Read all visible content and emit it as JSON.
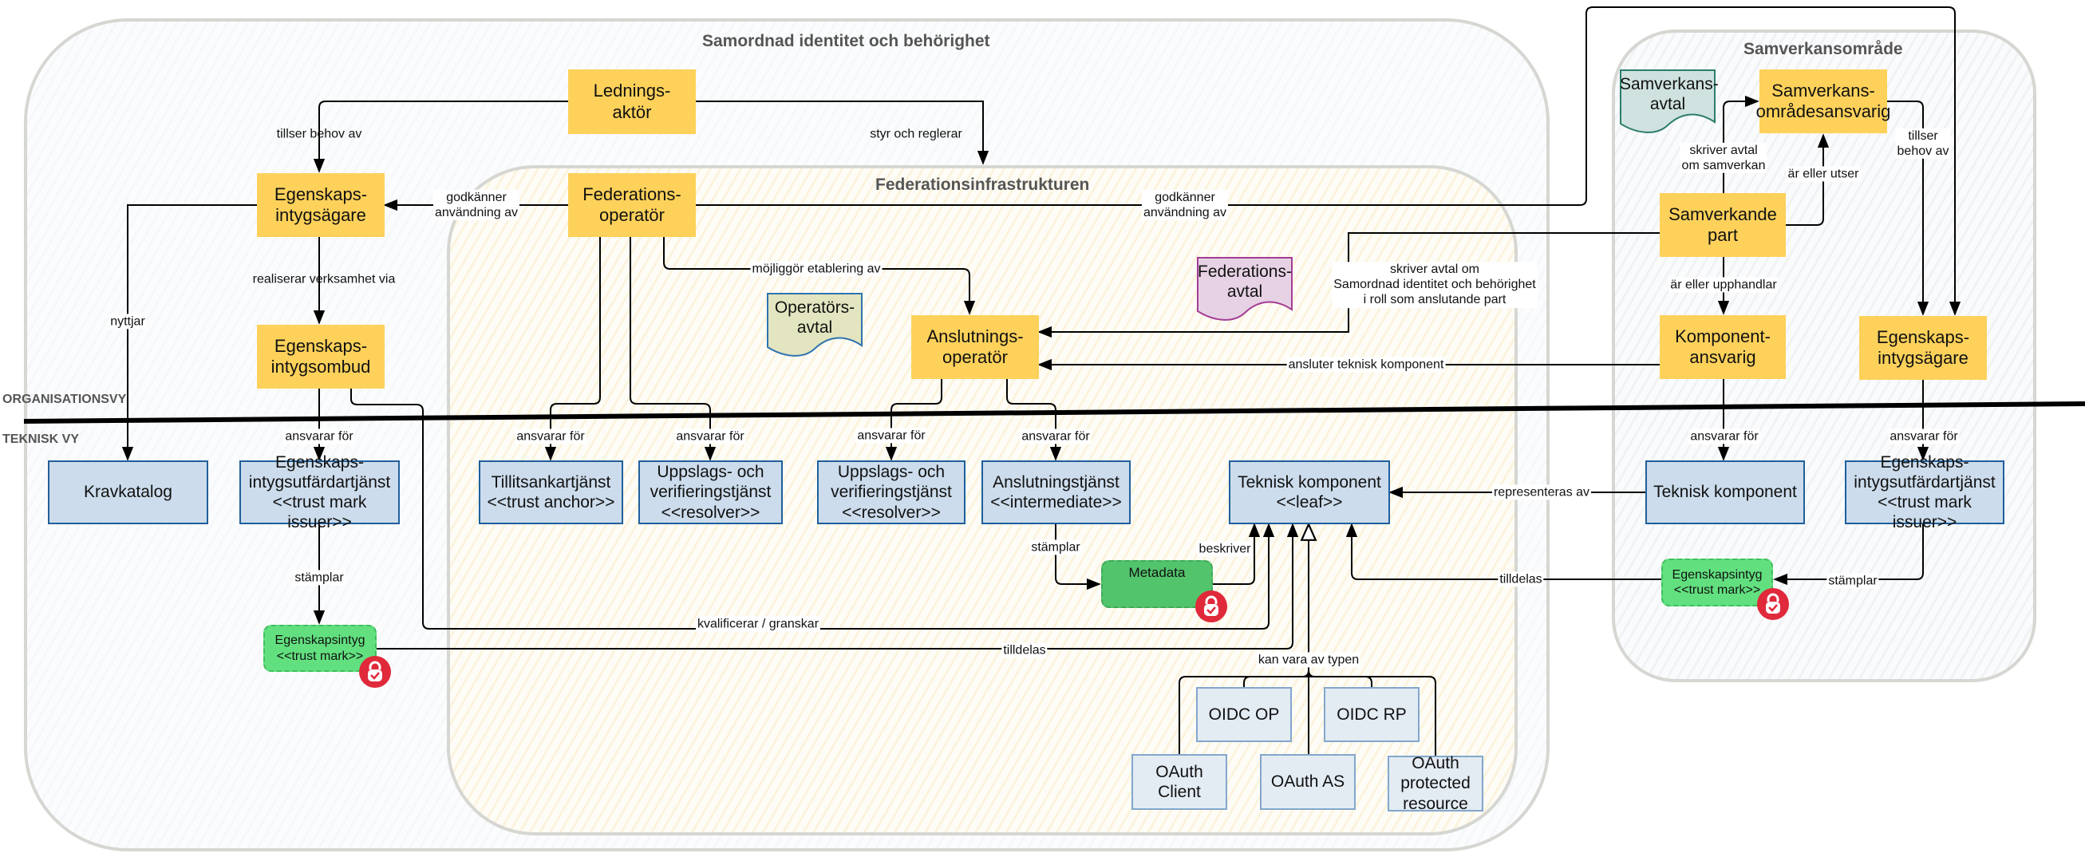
{
  "containers": {
    "outer": {
      "title": "Samordnad identitet och behörighet"
    },
    "federation": {
      "title": "Federationsinfrastrukturen"
    },
    "samverkan": {
      "title": "Samverkansområde"
    }
  },
  "views": {
    "organisation": "ORGANISATIONSVY",
    "technical": "TEKNISK VY"
  },
  "org_nodes": {
    "ledningsaktor": "Lednings-\naktör",
    "egenskapsintygsagare": "Egenskaps-\nintygsägare",
    "federationsoperator": "Federations-\noperatör",
    "egenskapsintygsombud": "Egenskaps-\nintygsombud",
    "anslutningsoperator": "Anslutnings-\noperatör",
    "samverkansomradesansvarig": "Samverkans-\nområdesansvarig",
    "samverkande_part": "Samverkande\npart",
    "komponentansvarig": "Komponent-\nansvarig",
    "egenskapsintygsagare_right": "Egenskaps-\nintygsägare"
  },
  "tech_nodes": {
    "kravkatalog": "Kravkatalog",
    "utfardartjanst": "Egenskaps-\nintygsutfärdartjänst\n<<trust mark issuer>>",
    "tillitsankar": "Tillitsankartjänst\n<<trust anchor>>",
    "uppslag1": "Uppslags- och\nverifieringstjänst\n<<resolver>>",
    "uppslag2": "Uppslags- och\nverifieringstjänst\n<<resolver>>",
    "anslutningstjanst": "Anslutningstjänst\n<<intermediate>>",
    "teknisk_leaf": "Teknisk komponent\n<<leaf>>",
    "teknisk_right": "Teknisk komponent",
    "utfardartjanst_right": "Egenskaps-\nintygsutfärdartjänst\n<<trust mark issuer>>",
    "oidc_op": "OIDC OP",
    "oidc_rp": "OIDC RP",
    "oauth_client": "OAuth Client",
    "oauth_as": "OAuth AS",
    "oauth_pr": "OAuth\nprotected\nresource"
  },
  "artifacts": {
    "trustmark_left": "Egenskapsintyg\n<<trust mark>>",
    "metadata": "Metadata",
    "trustmark_right": "Egenskapsintyg\n<<trust mark>>"
  },
  "documents": {
    "operatorsavtal": "Operatörs-\navtal",
    "federationsavtal": "Federations-\navtal",
    "samverkansavtal": "Samverkans-\navtal"
  },
  "edge_labels": {
    "tillser_behov": "tillser behov av",
    "styr_reglerar": "styr och reglerar",
    "godkanner_left": "godkänner\nanvändning av",
    "godkanner_right": "godkänner\nanvändning av",
    "realiserar": "realiserar verksamhet via",
    "nyttjar": "nyttjar",
    "mojliggor": "möjliggör etablering av",
    "skriver_avtal_fed": "skriver avtal om\nSamordnad identitet och behörighet\ni roll som anslutande part",
    "ansluter": "ansluter teknisk komponent",
    "skriver_avtal_sam": "skriver avtal\nom samverkan",
    "ar_eller_utser": "är eller utser",
    "tillser_behov_right": "tillser\nbehov av",
    "ar_eller_upphandlar": "är eller upphandlar",
    "ansvarar_1": "ansvarar för",
    "ansvarar_2": "ansvarar för",
    "ansvarar_3": "ansvarar för",
    "ansvarar_4": "ansvarar för",
    "ansvarar_5": "ansvarar för",
    "ansvarar_6": "ansvarar för",
    "ansvarar_7": "ansvarar för",
    "stamplar_left": "stämplar",
    "stamplar_mid": "stämplar",
    "stamplar_right": "stämplar",
    "beskriver": "beskriver",
    "kvalificerar": "kvalificerar / granskar",
    "tilldelas_left": "tilldelas",
    "tilldelas_right": "tilldelas",
    "representeras": "representeras av",
    "kan_vara": "kan vara av typen"
  },
  "colors": {
    "org_role": "#fdd15a",
    "tech_component": "#ccdcec",
    "trust_mark": "#62e07f",
    "metadata": "#52c46c",
    "lock_badge": "#e0293a",
    "operatorsavtal": "#e2e5bf",
    "federationsavtal": "#e6d2e4",
    "samverkansavtal": "#cfe2df"
  }
}
